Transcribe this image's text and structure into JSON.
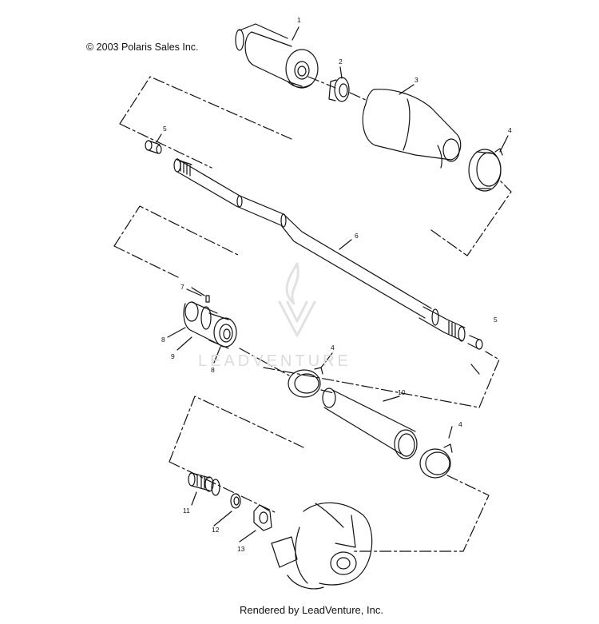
{
  "copyright": "© 2003 Polaris Sales Inc.",
  "footer": "Rendered by LeadVenture, Inc.",
  "watermark": "LEADVENTURE",
  "callouts": {
    "c1": "1",
    "c2": "2",
    "c3": "3",
    "c4a": "4",
    "c4b": "4",
    "c4c": "4",
    "c5a": "5",
    "c5b": "5",
    "c6": "6",
    "c7": "7",
    "c8a": "8",
    "c8b": "8",
    "c9": "9",
    "c10": "10",
    "c11": "11",
    "c12": "12",
    "c13": "13"
  }
}
